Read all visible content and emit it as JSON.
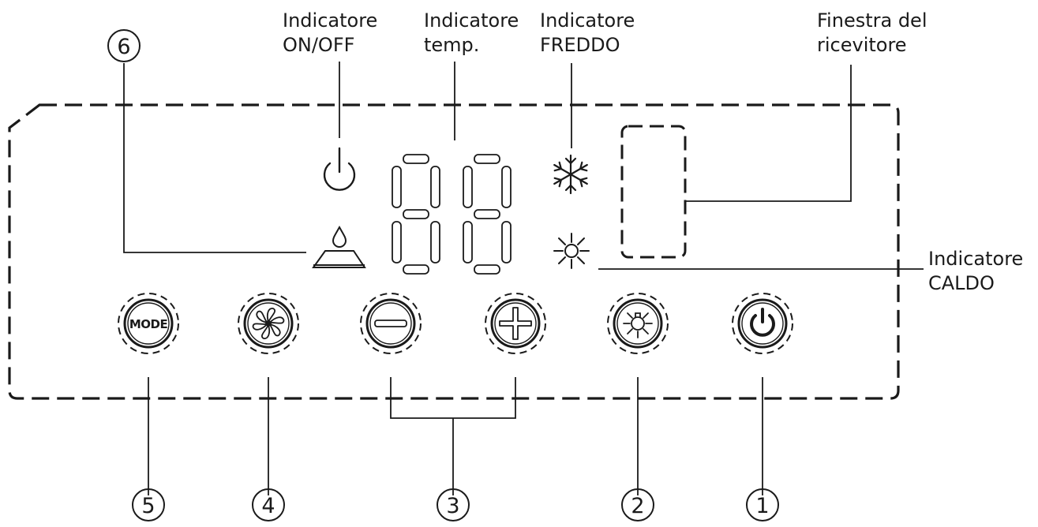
{
  "labels": {
    "on_off": [
      "Indicatore",
      "ON/OFF"
    ],
    "temp": [
      "Indicatore",
      "temp."
    ],
    "cold": [
      "Indicatore",
      "FREDDO"
    ],
    "receiver": [
      "Finestra del",
      "ricevitore"
    ],
    "heat": [
      "Indicatore",
      "CALDO"
    ]
  },
  "callouts": {
    "n1": "1",
    "n2": "2",
    "n3": "3",
    "n4": "4",
    "n5": "5",
    "n6": "6"
  },
  "buttons": {
    "mode_label": "MODE"
  },
  "icons": {
    "power_indicator": "power-icon",
    "water_full": "water-drop-icon",
    "cold": "snowflake-icon",
    "heat": "sun-icon",
    "fan": "fan-icon",
    "minus": "minus-icon",
    "plus": "plus-icon",
    "light": "light-icon",
    "power_button": "power-icon"
  }
}
